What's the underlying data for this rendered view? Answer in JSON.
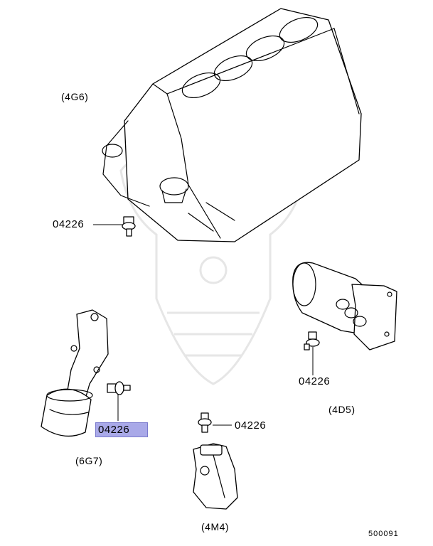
{
  "engines": {
    "g6": "(4G6)",
    "g7": "(6G7)",
    "d5": "(4D5)",
    "m4": "(4M4)"
  },
  "parts": {
    "g6": "04226",
    "g7": "04226",
    "d5": "04226",
    "m4": "04226"
  },
  "diagram_ref": "500091",
  "colors": {
    "highlight": "#a9a9e8"
  }
}
